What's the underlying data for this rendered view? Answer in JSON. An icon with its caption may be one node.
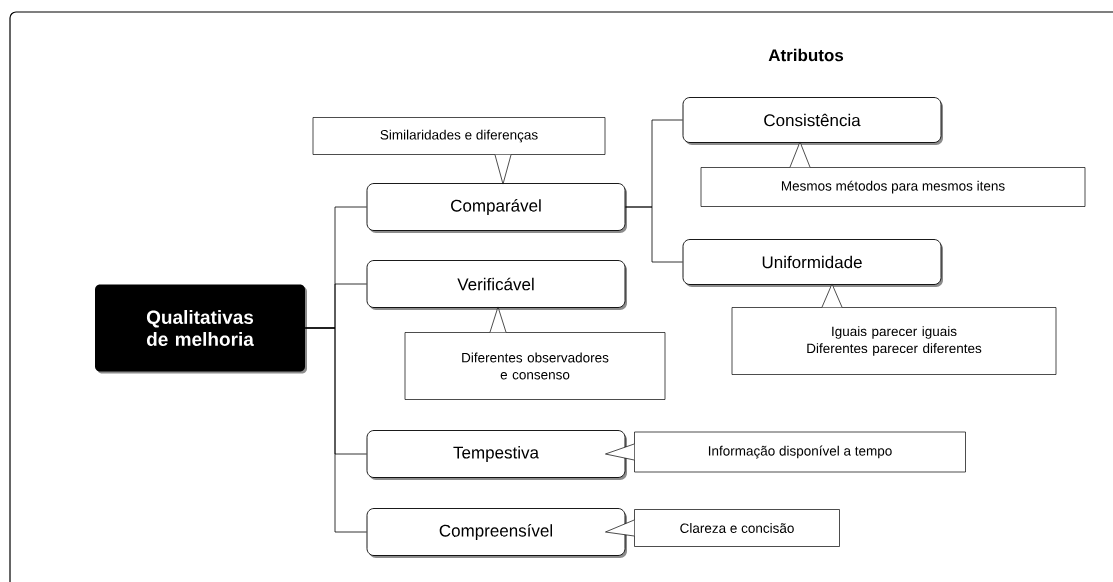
{
  "diagram": {
    "title": "Atributos",
    "nodes": [
      {
        "text": [
          "Qualitativas de melhoria"
        ]
      },
      {
        "text": [
          "Comparável"
        ]
      },
      {
        "text": [
          "Verificável"
        ]
      },
      {
        "text": [
          "Tempestiva"
        ]
      },
      {
        "text": [
          "Compreensível"
        ]
      },
      {
        "text": [
          "Consistência"
        ]
      },
      {
        "text": [
          "Uniformidade"
        ]
      },
      {
        "text": [
          "Similaridades e diferenças"
        ]
      },
      {
        "text": [
          "Diferentes observadores e consenso"
        ]
      },
      {
        "text": [
          "Mesmos métodos para mesmos itens"
        ]
      },
      {
        "text": [
          "Iguais parecer iguais Diferentes parecer diferentes"
        ]
      },
      {
        "text": [
          "Informação disponível a tempo"
        ]
      },
      {
        "text": [
          "Clareza e concisão"
        ]
      }
    ],
    "edges": [
      {
        "from": 0,
        "to": 1,
        "arrow": "none"
      },
      {
        "from": 0,
        "to": 2,
        "arrow": "none"
      },
      {
        "from": 0,
        "to": 3,
        "arrow": "none"
      },
      {
        "from": 0,
        "to": 4,
        "arrow": "none"
      },
      {
        "from": 1,
        "to": 5,
        "arrow": "none"
      },
      {
        "from": 1,
        "to": 6,
        "arrow": "none"
      },
      {
        "from": 7,
        "to": 1,
        "arrow": "to"
      },
      {
        "from": 8,
        "to": 2,
        "arrow": "to"
      },
      {
        "from": 9,
        "to": 5,
        "arrow": "to"
      },
      {
        "from": 10,
        "to": 6,
        "arrow": "to"
      },
      {
        "from": 11,
        "to": 3,
        "arrow": "to"
      },
      {
        "from": 12,
        "to": 4,
        "arrow": "to"
      }
    ]
  }
}
